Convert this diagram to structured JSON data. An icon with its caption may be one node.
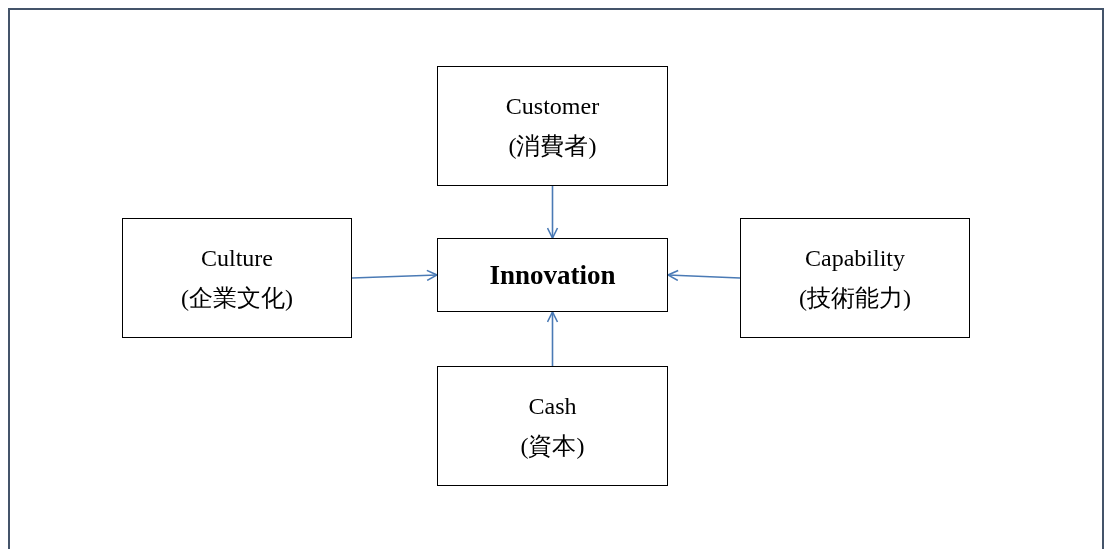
{
  "diagram": {
    "nodes": [
      {
        "text": [
          "Customer",
          "(消費者)"
        ]
      },
      {
        "text": [
          "Culture",
          "(企業文化)"
        ]
      },
      {
        "text": [
          "Innovation"
        ]
      },
      {
        "text": [
          "Capability",
          "(技術能力)"
        ]
      },
      {
        "text": [
          "Cash",
          "(資本)"
        ]
      }
    ],
    "edges": [
      {
        "from": 0,
        "to": 2,
        "arrow": "to"
      },
      {
        "from": 1,
        "to": 2,
        "arrow": "to"
      },
      {
        "from": 3,
        "to": 2,
        "arrow": "to"
      },
      {
        "from": 4,
        "to": 2,
        "arrow": "to"
      }
    ]
  }
}
